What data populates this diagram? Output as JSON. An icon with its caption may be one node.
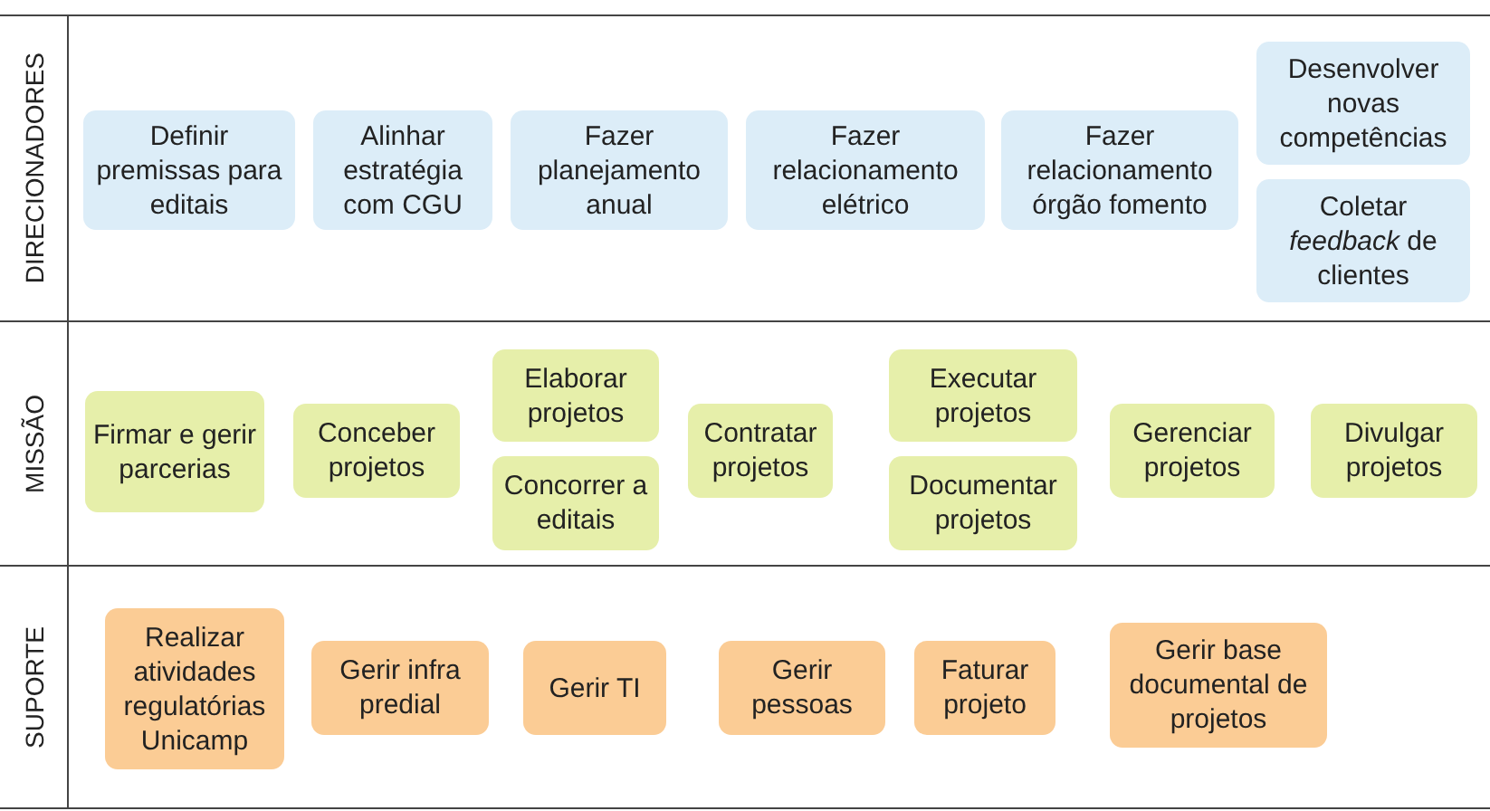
{
  "diagram": {
    "nodes": [
      {
        "text": [
          "DIRECIONADORES"
        ]
      },
      {
        "text": [
          "Definir premissas para editais"
        ],
        "in": 0
      },
      {
        "text": [
          "Alinhar estratégia com CGU"
        ],
        "in": 0
      },
      {
        "text": [
          "Fazer planejamento anual"
        ],
        "in": 0
      },
      {
        "text": [
          "Fazer relacionamento elétrico"
        ],
        "in": 0
      },
      {
        "text": [
          "Fazer relacionamento órgão fomento"
        ],
        "in": 0
      },
      {
        "text": [
          "Desenvolver novas competências"
        ],
        "in": 0
      },
      {
        "text": [
          "Coletar *feedback* de clientes"
        ],
        "in": 0
      },
      {
        "text": [
          "MISSÃO"
        ]
      },
      {
        "text": [
          "Firmar e gerir parcerias"
        ],
        "in": 8
      },
      {
        "text": [
          "Conceber projetos"
        ],
        "in": 8
      },
      {
        "text": [
          "Elaborar projetos"
        ],
        "in": 8
      },
      {
        "text": [
          "Concorrer a editais"
        ],
        "in": 8
      },
      {
        "text": [
          "Contratar projetos"
        ],
        "in": 8
      },
      {
        "text": [
          "Executar projetos"
        ],
        "in": 8
      },
      {
        "text": [
          "Documentar projetos"
        ],
        "in": 8
      },
      {
        "text": [
          "Gerenciar projetos"
        ],
        "in": 8
      },
      {
        "text": [
          "Divulgar projetos"
        ],
        "in": 8
      },
      {
        "text": [
          "SUPORTE"
        ]
      },
      {
        "text": [
          "Realizar atividades regulatórias Unicamp"
        ],
        "in": 18
      },
      {
        "text": [
          "Gerir infra predial"
        ],
        "in": 18
      },
      {
        "text": [
          "Gerir TI"
        ],
        "in": 18
      },
      {
        "text": [
          "Gerir pessoas"
        ],
        "in": 18
      },
      {
        "text": [
          "Faturar projeto"
        ],
        "in": 18
      },
      {
        "text": [
          "Gerir base documental de projetos"
        ],
        "in": 18
      }
    ],
    "edges": []
  }
}
